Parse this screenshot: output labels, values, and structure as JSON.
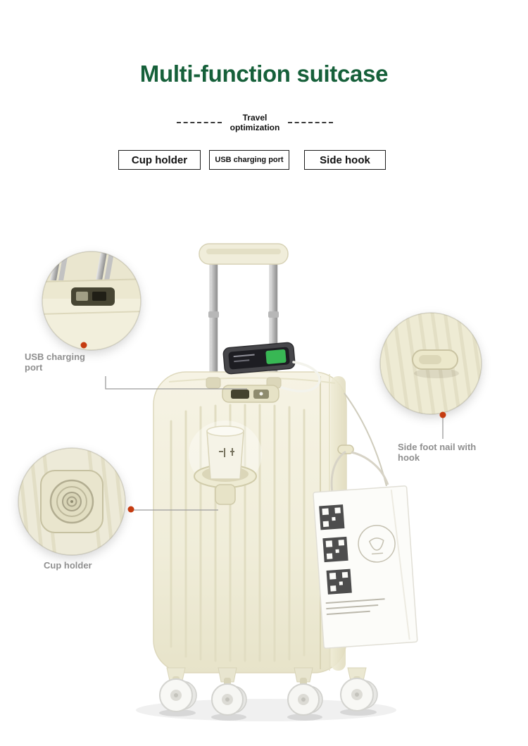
{
  "page": {
    "title": "Multi-function suitcase",
    "subtitle_line1": "Travel",
    "subtitle_line2": "optimization"
  },
  "feature_boxes": [
    {
      "label": "Cup holder"
    },
    {
      "label": "USB charging port"
    },
    {
      "label": "Side hook"
    }
  ],
  "annotations": {
    "usb_label": "USB charging port",
    "side_hook_label": "Side foot nail with hook",
    "cup_holder_label": "Cup holder"
  },
  "colors": {
    "title_green": "#16603a",
    "suitcase_cream": "#f1eedb",
    "annotation_dot": "#c53b10",
    "annotation_label_gray": "#8f8f8f",
    "phone_screen_green": "#38b754"
  }
}
